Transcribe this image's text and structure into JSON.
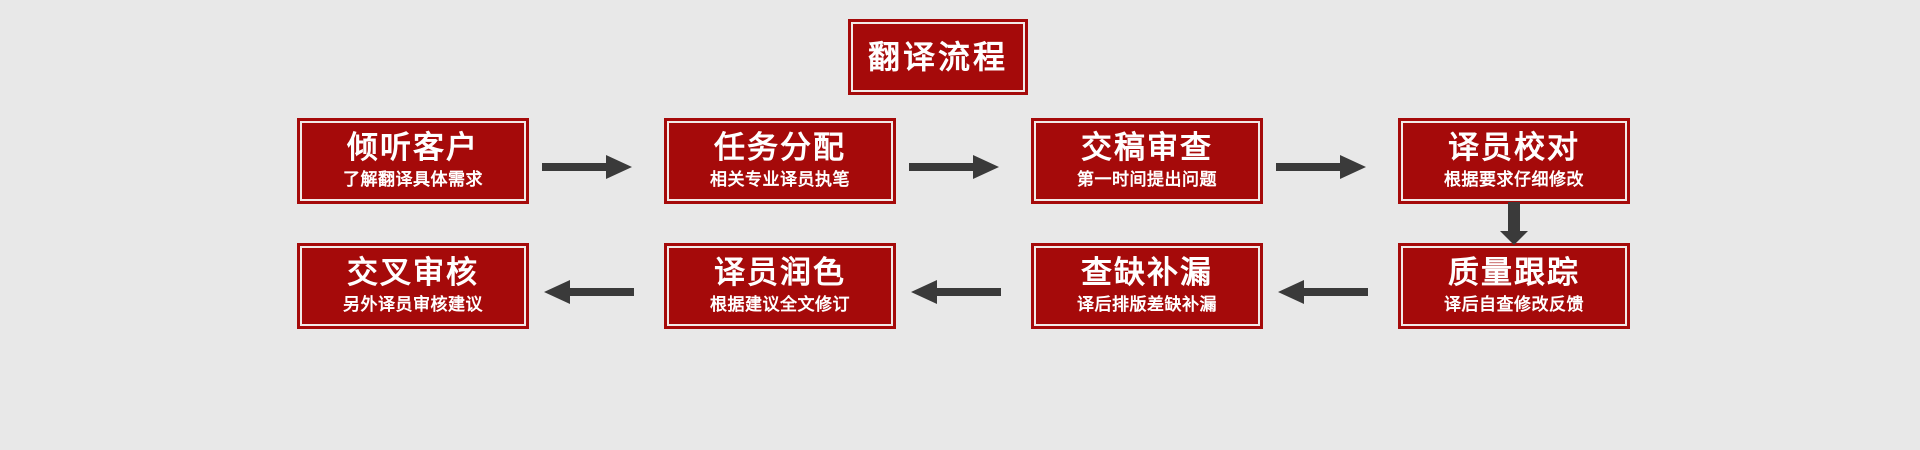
{
  "page": {
    "background_color": "#e8e8e8",
    "box_fill_color": "#a50a0a",
    "box_border_color": "#a50a0a",
    "box_inner_border_color": "#f2eae8",
    "text_color": "#ffffff",
    "arrow_color": "#3a3a3a"
  },
  "header": {
    "title": "翻译流程"
  },
  "flow": {
    "row1": [
      {
        "id": "step-1",
        "title": "倾听客户",
        "subtitle": "了解翻译具体需求"
      },
      {
        "id": "step-2",
        "title": "任务分配",
        "subtitle": "相关专业译员执笔"
      },
      {
        "id": "step-3",
        "title": "交稿审查",
        "subtitle": "第一时间提出问题"
      },
      {
        "id": "step-4",
        "title": "译员校对",
        "subtitle": "根据要求仔细修改"
      }
    ],
    "row2": [
      {
        "id": "step-5",
        "title": "质量跟踪",
        "subtitle": "译后自查修改反馈"
      },
      {
        "id": "step-6",
        "title": "查缺补漏",
        "subtitle": "译后排版差缺补漏"
      },
      {
        "id": "step-7",
        "title": "译员润色",
        "subtitle": "根据建议全文修订"
      },
      {
        "id": "step-8",
        "title": "交叉审核",
        "subtitle": "另外译员审核建议"
      }
    ]
  },
  "connectors": [
    {
      "id": "arrow-1-2",
      "direction": "right"
    },
    {
      "id": "arrow-2-3",
      "direction": "right"
    },
    {
      "id": "arrow-3-4",
      "direction": "right"
    },
    {
      "id": "arrow-4-5",
      "direction": "down"
    },
    {
      "id": "arrow-5-6",
      "direction": "left"
    },
    {
      "id": "arrow-6-7",
      "direction": "left"
    },
    {
      "id": "arrow-7-8",
      "direction": "left"
    }
  ]
}
